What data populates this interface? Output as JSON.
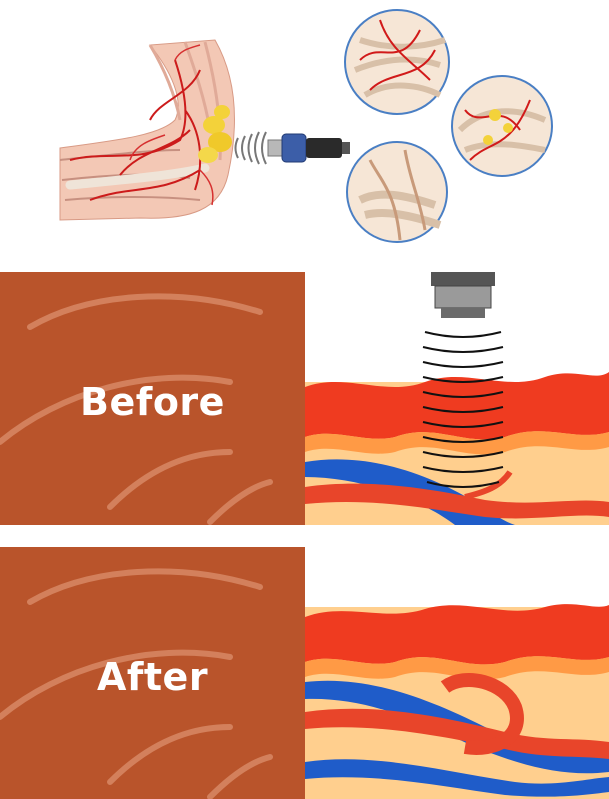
{
  "before_label": "Before",
  "after_label": "After",
  "colors": {
    "panel_bg": "#b9542b",
    "panel_arc": "#d88a66",
    "skin": "#ffcf8e",
    "tissue": "#ef3b20",
    "vein": "#1f5cc9",
    "artery": "#e8452a"
  },
  "icons": [
    "elbow-anatomy-illustration",
    "shockwave-applicator-icon",
    "tissue-detail-circles",
    "applicator-head-icon",
    "shockwave-rings",
    "blood-vessel-illustration"
  ]
}
